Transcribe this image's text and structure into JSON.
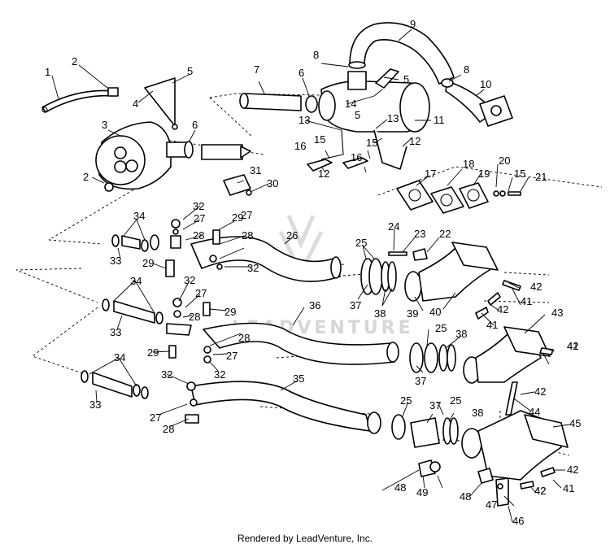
{
  "footer": "Rendered by LeadVenture, Inc.",
  "watermark": "LEADVENTURE",
  "callouts": [
    {
      "id": "c1",
      "t": "1"
    },
    {
      "id": "c2a",
      "t": "2"
    },
    {
      "id": "c2b",
      "t": "2"
    },
    {
      "id": "c3",
      "t": "3"
    },
    {
      "id": "c4",
      "t": "4"
    },
    {
      "id": "c5a",
      "t": "5"
    },
    {
      "id": "c5b",
      "t": "5"
    },
    {
      "id": "c5c",
      "t": "5"
    },
    {
      "id": "c6a",
      "t": "6"
    },
    {
      "id": "c6b",
      "t": "6"
    },
    {
      "id": "c7",
      "t": "7"
    },
    {
      "id": "c8a",
      "t": "8"
    },
    {
      "id": "c8b",
      "t": "8"
    },
    {
      "id": "c9",
      "t": "9"
    },
    {
      "id": "c10",
      "t": "10"
    },
    {
      "id": "c11",
      "t": "11"
    },
    {
      "id": "c12a",
      "t": "12"
    },
    {
      "id": "c12b",
      "t": "12"
    },
    {
      "id": "c13a",
      "t": "13"
    },
    {
      "id": "c13b",
      "t": "13"
    },
    {
      "id": "c14",
      "t": "14"
    },
    {
      "id": "c15a",
      "t": "15"
    },
    {
      "id": "c15b",
      "t": "15"
    },
    {
      "id": "c15c",
      "t": "15"
    },
    {
      "id": "c16a",
      "t": "16"
    },
    {
      "id": "c16b",
      "t": "16"
    },
    {
      "id": "c17",
      "t": "17"
    },
    {
      "id": "c18",
      "t": "18"
    },
    {
      "id": "c19",
      "t": "19"
    },
    {
      "id": "c20",
      "t": "20"
    },
    {
      "id": "c21",
      "t": "21"
    },
    {
      "id": "c22",
      "t": "22"
    },
    {
      "id": "c23",
      "t": "23"
    },
    {
      "id": "c24",
      "t": "24"
    },
    {
      "id": "c25a",
      "t": "25"
    },
    {
      "id": "c25b",
      "t": "25"
    },
    {
      "id": "c25c",
      "t": "25"
    },
    {
      "id": "c25d",
      "t": "25"
    },
    {
      "id": "c26",
      "t": "26"
    },
    {
      "id": "c27a",
      "t": "27"
    },
    {
      "id": "c27b",
      "t": "27"
    },
    {
      "id": "c27c",
      "t": "27"
    },
    {
      "id": "c27d",
      "t": "27"
    },
    {
      "id": "c27e",
      "t": "27"
    },
    {
      "id": "c28a",
      "t": "28"
    },
    {
      "id": "c28b",
      "t": "28"
    },
    {
      "id": "c28c",
      "t": "28"
    },
    {
      "id": "c28d",
      "t": "28"
    },
    {
      "id": "c28e",
      "t": "28"
    },
    {
      "id": "c29a",
      "t": "29"
    },
    {
      "id": "c29b",
      "t": "29"
    },
    {
      "id": "c29c",
      "t": "29"
    },
    {
      "id": "c29d",
      "t": "29"
    },
    {
      "id": "c30",
      "t": "30"
    },
    {
      "id": "c31",
      "t": "31"
    },
    {
      "id": "c32a",
      "t": "32"
    },
    {
      "id": "c32b",
      "t": "32"
    },
    {
      "id": "c32c",
      "t": "32"
    },
    {
      "id": "c32d",
      "t": "32"
    },
    {
      "id": "c32e",
      "t": "32"
    },
    {
      "id": "c33a",
      "t": "33"
    },
    {
      "id": "c33b",
      "t": "33"
    },
    {
      "id": "c33c",
      "t": "33"
    },
    {
      "id": "c34a",
      "t": "34"
    },
    {
      "id": "c34b",
      "t": "34"
    },
    {
      "id": "c34c",
      "t": "34"
    },
    {
      "id": "c35",
      "t": "35"
    },
    {
      "id": "c36",
      "t": "36"
    },
    {
      "id": "c37a",
      "t": "37"
    },
    {
      "id": "c37b",
      "t": "37"
    },
    {
      "id": "c37c",
      "t": "37"
    },
    {
      "id": "c38a",
      "t": "38"
    },
    {
      "id": "c38b",
      "t": "38"
    },
    {
      "id": "c38c",
      "t": "38"
    },
    {
      "id": "c39",
      "t": "39"
    },
    {
      "id": "c40",
      "t": "40"
    },
    {
      "id": "c41a",
      "t": "41"
    },
    {
      "id": "c41b",
      "t": "41"
    },
    {
      "id": "c41c",
      "t": "41"
    },
    {
      "id": "c41d",
      "t": "41"
    },
    {
      "id": "c42a",
      "t": "42"
    },
    {
      "id": "c42b",
      "t": "42"
    },
    {
      "id": "c42c",
      "t": "42"
    },
    {
      "id": "c42d",
      "t": "42"
    },
    {
      "id": "c42e",
      "t": "42"
    },
    {
      "id": "c42f",
      "t": "42"
    },
    {
      "id": "c42g",
      "t": "42"
    },
    {
      "id": "c43",
      "t": "43"
    },
    {
      "id": "c44",
      "t": "44"
    },
    {
      "id": "c45",
      "t": "45"
    },
    {
      "id": "c46",
      "t": "46"
    },
    {
      "id": "c47",
      "t": "47"
    },
    {
      "id": "c48a",
      "t": "48"
    },
    {
      "id": "c48b",
      "t": "48"
    },
    {
      "id": "c49",
      "t": "49"
    }
  ]
}
